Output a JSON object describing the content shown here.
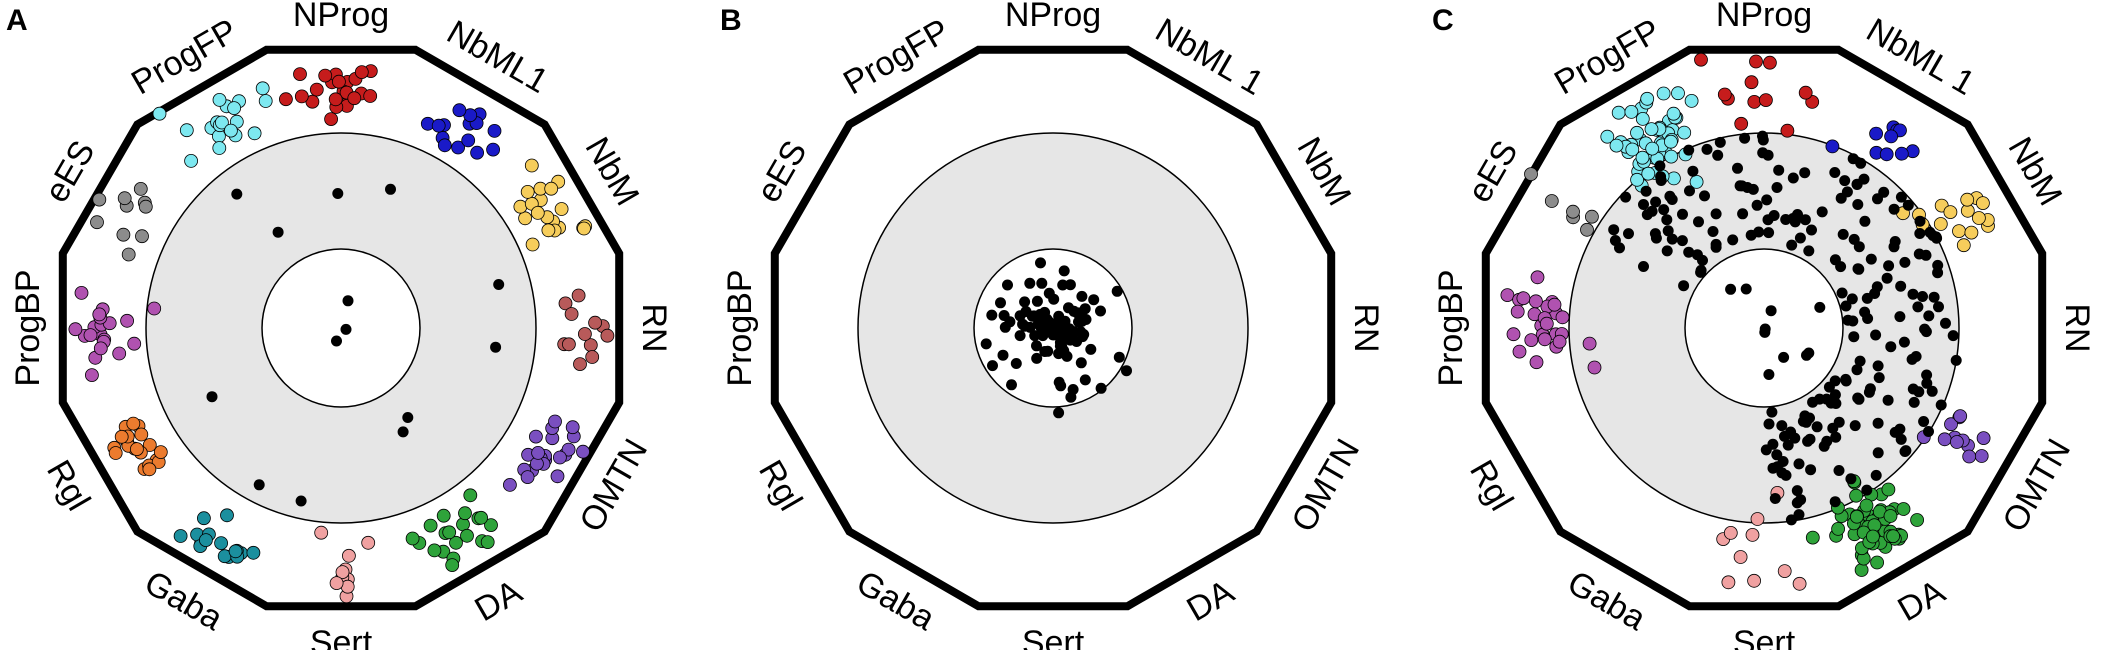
{
  "chart_data": [
    {
      "type": "scatter",
      "panel_label": "A",
      "axes": [
        "NProg",
        "NbML1",
        "NbM",
        "RN",
        "OMTN",
        "DA",
        "Sert",
        "Gaba",
        "Rgl",
        "ProgBP",
        "eES",
        "ProgFP"
      ],
      "axis_labels": [
        "NProg",
        "NbML1",
        "NbM",
        "RN",
        "OMTN",
        "DA",
        "Sert",
        "Gaba",
        "Rgl",
        "ProgBP",
        "eES",
        "ProgFP"
      ],
      "groups": [
        {
          "axis": "NProg",
          "color": "#c61c1c",
          "count": 24
        },
        {
          "axis": "NbML1",
          "color": "#1a1ac8",
          "count": 15
        },
        {
          "axis": "NbM",
          "color": "#f6cd5b",
          "count": 20
        },
        {
          "axis": "RN",
          "color": "#b85a5a",
          "count": 12
        },
        {
          "axis": "OMTN",
          "color": "#7a4fc0",
          "count": 22
        },
        {
          "axis": "DA",
          "color": "#2ea33a",
          "count": 20
        },
        {
          "axis": "Sert",
          "color": "#f0a1a1",
          "count": 10
        },
        {
          "axis": "Gaba",
          "color": "#1b8f9e",
          "count": 16
        },
        {
          "axis": "Rgl",
          "color": "#ec7b2e",
          "count": 20
        },
        {
          "axis": "ProgBP",
          "color": "#b052b0",
          "count": 20
        },
        {
          "axis": "eES",
          "color": "#8c8c8c",
          "count": 10
        },
        {
          "axis": "ProgFP",
          "color": "#7de8f0",
          "count": 20
        },
        {
          "axis": "center",
          "color": "#000000",
          "count": 14
        }
      ]
    },
    {
      "type": "scatter",
      "panel_label": "B",
      "axes": [
        "NProg",
        "NbML1",
        "NbM",
        "RN",
        "OMTN",
        "DA",
        "Sert",
        "Gaba",
        "Rgl",
        "ProgBP",
        "eES",
        "ProgFP"
      ],
      "axis_labels": [
        "NProg",
        "NbML 1",
        "NbM",
        "RN",
        "OMTN",
        "DA",
        "Sert",
        "Gaba",
        "Rgl",
        "ProgBP",
        "eES",
        "ProgFP"
      ],
      "groups": [
        {
          "axis": "center",
          "color": "#000000",
          "count": 120
        }
      ]
    },
    {
      "type": "scatter",
      "panel_label": "C",
      "axes": [
        "NProg",
        "NbML1",
        "NbM",
        "RN",
        "OMTN",
        "DA",
        "Sert",
        "Gaba",
        "Rgl",
        "ProgBP",
        "eES",
        "ProgFP"
      ],
      "axis_labels": [
        "NProg",
        "NbML 1",
        "NbM",
        "RN",
        "OMTN",
        "DA",
        "Sert",
        "Gaba",
        "Rgl",
        "ProgBP",
        "eES",
        "ProgFP"
      ],
      "groups": [
        {
          "axis": "NProg",
          "color": "#c61c1c",
          "count": 12
        },
        {
          "axis": "NbML1",
          "color": "#1a1ac8",
          "count": 10
        },
        {
          "axis": "NbM",
          "color": "#f6cd5b",
          "count": 16
        },
        {
          "axis": "OMTN",
          "color": "#7a4fc0",
          "count": 12
        },
        {
          "axis": "DA",
          "color": "#2ea33a",
          "count": 55
        },
        {
          "axis": "Sert",
          "color": "#f0a1a1",
          "count": 10
        },
        {
          "axis": "ProgBP",
          "color": "#b052b0",
          "count": 28
        },
        {
          "axis": "eES",
          "color": "#8c8c8c",
          "count": 6
        },
        {
          "axis": "ProgFP",
          "color": "#7de8f0",
          "count": 55
        },
        {
          "axis": "center",
          "color": "#000000",
          "count": 230
        }
      ]
    }
  ]
}
